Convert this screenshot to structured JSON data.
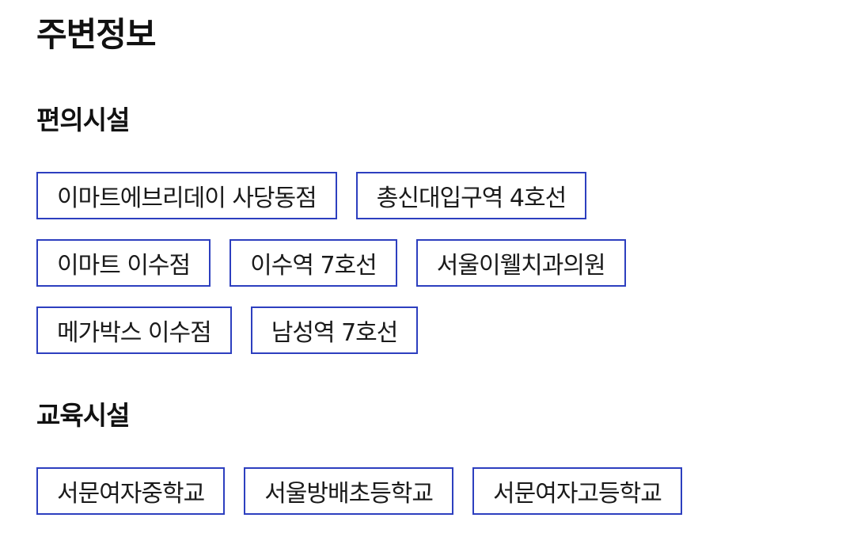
{
  "page": {
    "title": "주변정보"
  },
  "accent_color": "#2d3fbf",
  "convenience": {
    "title": "편의시설",
    "items": [
      "이마트에브리데이 사당동점",
      "총신대입구역 4호선",
      "이마트 이수점",
      "이수역 7호선",
      "서울이웰치과의원",
      "메가박스 이수점",
      "남성역 7호선"
    ]
  },
  "education": {
    "title": "교육시설",
    "items": [
      "서문여자중학교",
      "서울방배초등학교",
      "서문여자고등학교"
    ]
  }
}
